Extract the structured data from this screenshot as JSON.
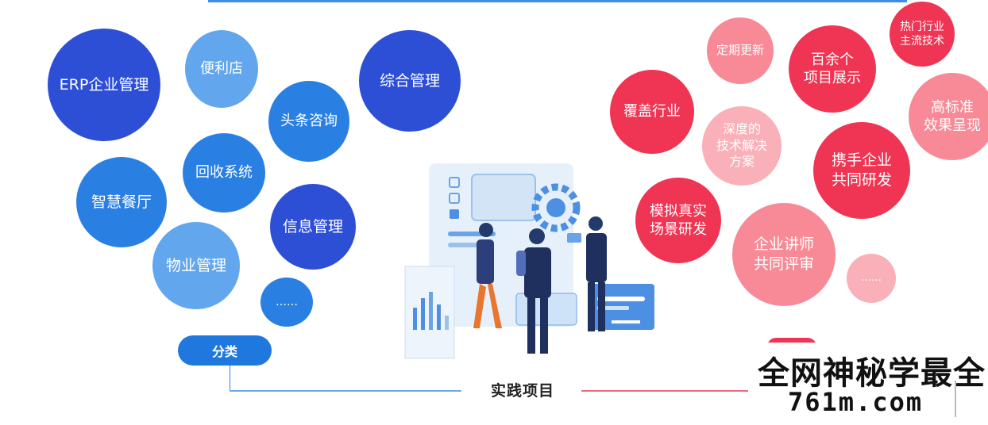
{
  "left_bubbles": [
    {
      "id": "erp",
      "label": "ERP企业管理"
    },
    {
      "id": "store",
      "label": "便利店"
    },
    {
      "id": "toutiao",
      "label": "头条咨询"
    },
    {
      "id": "general",
      "label": "综合管理"
    },
    {
      "id": "recycle",
      "label": "回收系统"
    },
    {
      "id": "restaurant",
      "label": "智慧餐厅"
    },
    {
      "id": "info",
      "label": "信息管理"
    },
    {
      "id": "property",
      "label": "物业管理"
    },
    {
      "id": "more",
      "label": "……"
    }
  ],
  "right_bubbles": [
    {
      "id": "hot",
      "label": "热门行业\n主流技术"
    },
    {
      "id": "update",
      "label": "定期更新"
    },
    {
      "id": "projects",
      "label": "百余个\n项目展示"
    },
    {
      "id": "industry",
      "label": "覆盖行业"
    },
    {
      "id": "solution",
      "label": "深度的\n技术解决\n方案"
    },
    {
      "id": "quality",
      "label": "高标准\n效果呈现"
    },
    {
      "id": "joint",
      "label": "携手企业\n共同研发"
    },
    {
      "id": "simulate",
      "label": "模拟真实\n场景研发"
    },
    {
      "id": "review",
      "label": "企业讲师\n共同评审"
    },
    {
      "id": "more",
      "label": "……"
    }
  ],
  "category_tag": "分类",
  "center_label": "实践项目",
  "watermark": {
    "line1": "全网神秘学最全",
    "line2": "761m.com"
  },
  "colors": {
    "blue_dark": "#2d4fd6",
    "blue_mid": "#2a80e2",
    "blue_light": "#62a6ee",
    "red": "#ef3553",
    "red_light": "#f78a96",
    "red_pale": "#fab0b8"
  }
}
